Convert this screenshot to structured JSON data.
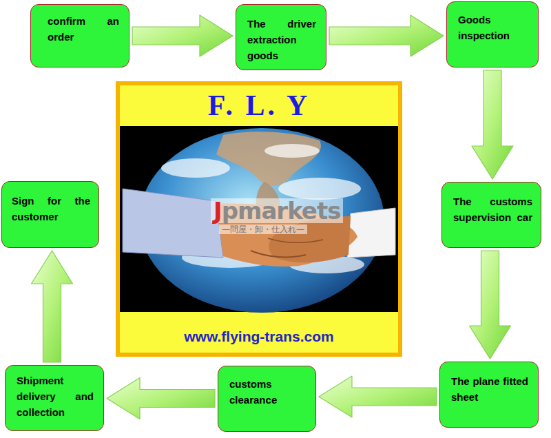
{
  "diagram": {
    "nodes": [
      {
        "text": [
          "confirm an order"
        ]
      },
      {
        "text": [
          "The driver extraction goods"
        ]
      },
      {
        "text": [
          "Goods inspection"
        ]
      },
      {
        "text": [
          "The customs supervision car"
        ]
      },
      {
        "text": [
          "The plane fitted sheet"
        ]
      },
      {
        "text": [
          "customs clearance"
        ]
      },
      {
        "text": [
          "Shipment delivery and collection"
        ]
      },
      {
        "text": [
          "Sign for the customer"
        ]
      },
      {
        "text": [
          "F. L. Y",
          "www.flying-trans.com"
        ]
      }
    ],
    "edges": [
      {
        "from": 0,
        "to": 1,
        "arrow": "to"
      },
      {
        "from": 1,
        "to": 2,
        "arrow": "to"
      },
      {
        "from": 2,
        "to": 3,
        "arrow": "to"
      },
      {
        "from": 3,
        "to": 4,
        "arrow": "to"
      },
      {
        "from": 4,
        "to": 5,
        "arrow": "to"
      },
      {
        "from": 5,
        "to": 6,
        "arrow": "to"
      },
      {
        "from": 6,
        "to": 7,
        "arrow": "to"
      }
    ],
    "labels": [
      "Jpmarkets",
      "—問屋・卸・仕入れ—"
    ]
  }
}
